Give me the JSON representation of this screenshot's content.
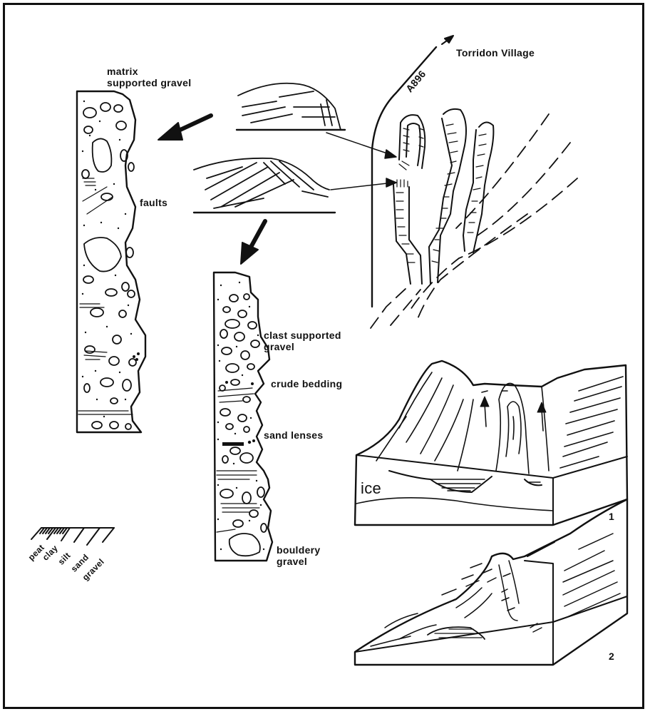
{
  "labels": {
    "matrix_line1": "matrix",
    "matrix_line2": "supported gravel",
    "faults": "faults",
    "road": "A896",
    "village": "Torridon Village",
    "clast_line1": "clast supported",
    "clast_line2": "gravel",
    "crude_bedding": "crude bedding",
    "sand_lenses": "sand lenses",
    "bouldery_line1": "bouldery",
    "bouldery_line2": "gravel",
    "ice": "ice",
    "block1_number": "1",
    "block2_number": "2"
  },
  "grain_scale": [
    "peat",
    "clay",
    "silt",
    "sand",
    "gravel"
  ]
}
